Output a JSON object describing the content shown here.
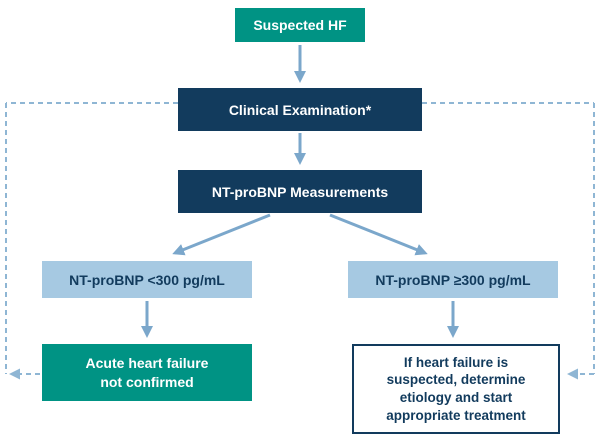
{
  "colors": {
    "teal": "#009384",
    "navy": "#123b5d",
    "light-blue": "#a6c9e2",
    "arrow": "#7ba7cb",
    "dashed": "#8fb6d4",
    "bg": "#ffffff"
  },
  "flowchart": {
    "suspected_hf": "Suspected HF",
    "clinical_exam": "Clinical Examination*",
    "ntprobnp_measurements": "NT-proBNP Measurements",
    "low_result": "NT-proBNP <300 pg/mL",
    "high_result": "NT-proBNP ≥300 pg/mL",
    "not_confirmed": "Acute heart failure\nnot confirmed",
    "confirmed_action": "If heart failure is\nsuspected, determine\netiology and start\nappropriate treatment"
  }
}
